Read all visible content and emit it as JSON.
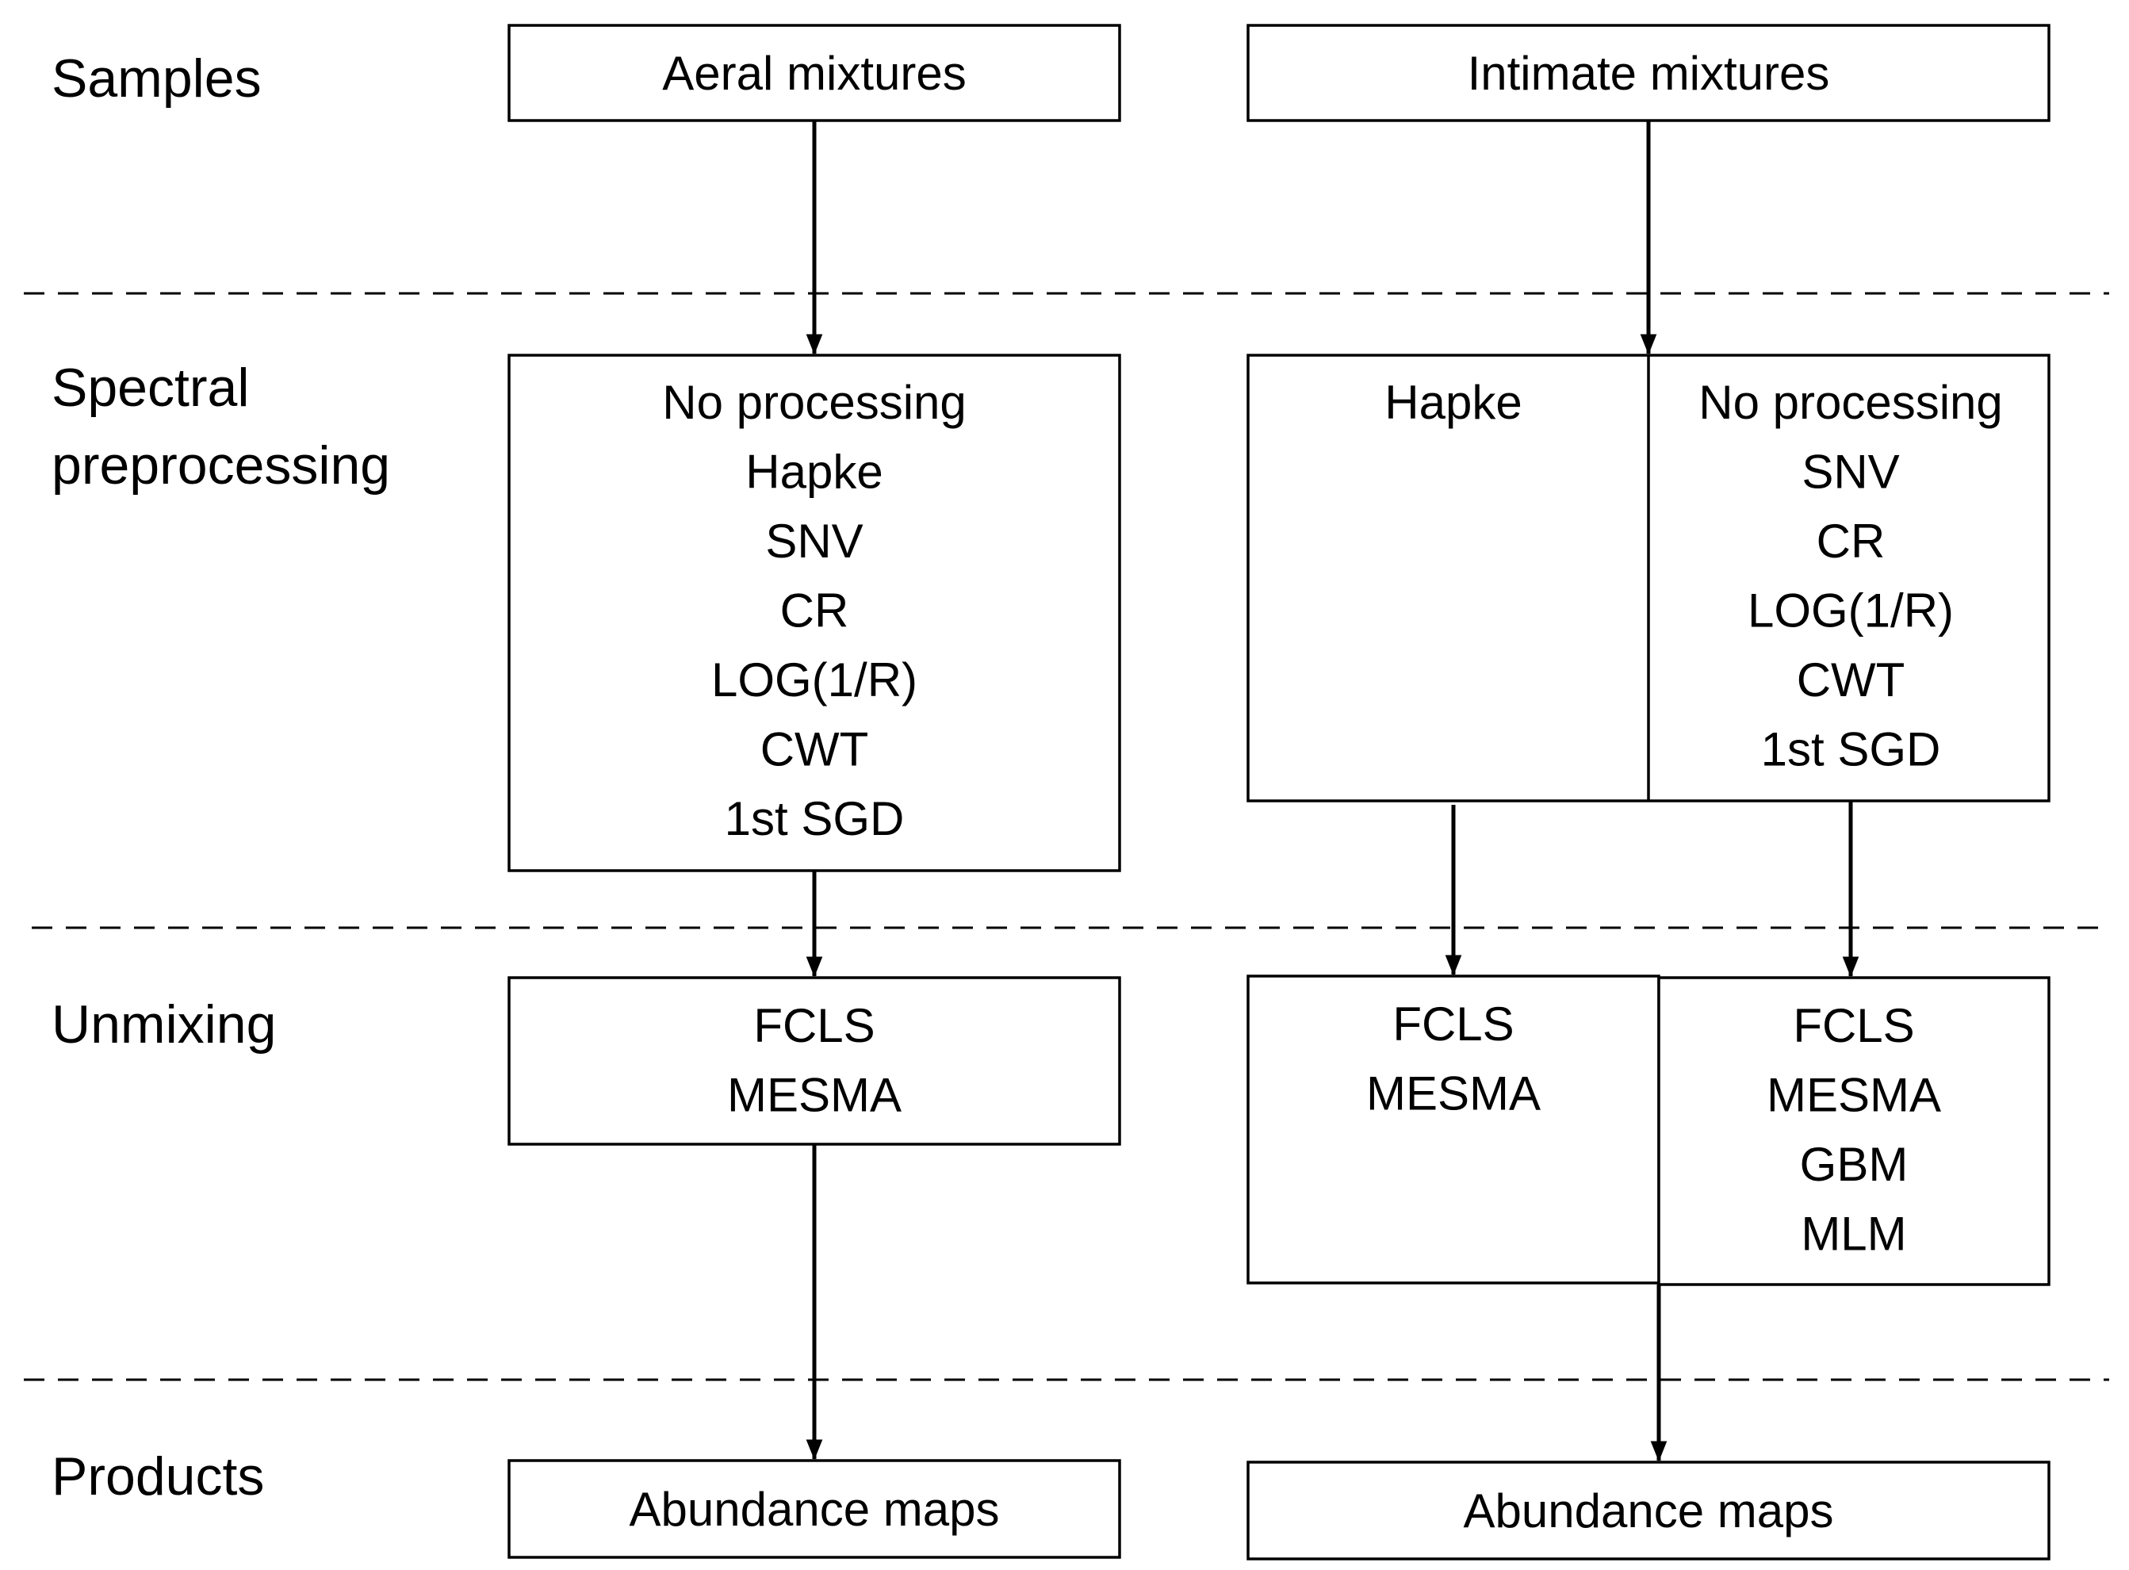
{
  "stages": {
    "samples": "Samples",
    "preprocessing_line1": "Spectral",
    "preprocessing_line2": "preprocessing",
    "unmixing": "Unmixing",
    "products": "Products"
  },
  "aeral": {
    "sample": "Aeral mixtures",
    "preprocessing": [
      "No processing",
      "Hapke",
      "SNV",
      "CR",
      "LOG(1/R)",
      "CWT",
      "1st SGD"
    ],
    "unmixing": [
      "FCLS",
      "MESMA"
    ],
    "product": "Abundance maps"
  },
  "intimate": {
    "sample": "Intimate mixtures",
    "preprocessing_left": [
      "Hapke"
    ],
    "preprocessing_right": [
      "No processing",
      "SNV",
      "CR",
      "LOG(1/R)",
      "CWT",
      "1st SGD"
    ],
    "unmixing_left": [
      "FCLS",
      "MESMA"
    ],
    "unmixing_right": [
      "FCLS",
      "MESMA",
      "GBM",
      "MLM"
    ],
    "product": "Abundance maps"
  }
}
